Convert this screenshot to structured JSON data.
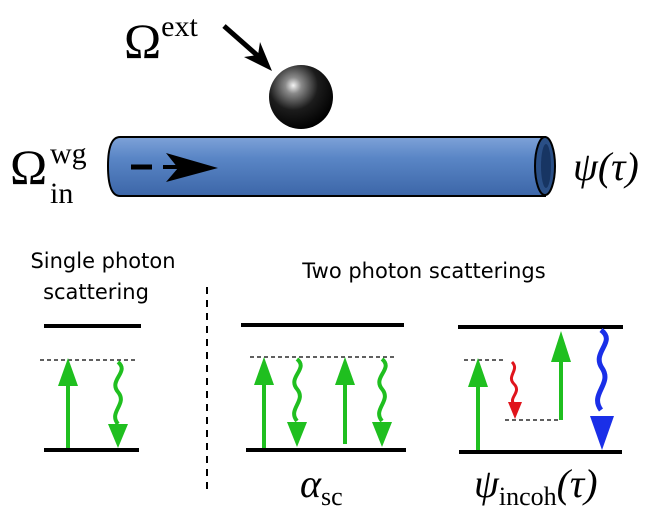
{
  "top": {
    "omega_symbol": "Ω",
    "omega_ext_sup": "ext",
    "omega_in_sup": "wg",
    "omega_in_sub": "in",
    "psi_tau": "ψ(τ)"
  },
  "bottom": {
    "single_label_line1": "Single photon",
    "single_label_line2": "scattering",
    "two_label": "Two photon scatterings",
    "alpha_symbol": "α",
    "alpha_sub": "sc",
    "psi_symbol": "ψ",
    "psi_sub": "incoh",
    "psi_arg": "(τ)"
  },
  "colors": {
    "waveguide_fill": "#5a86c6",
    "waveguide_end": "#2a4f86",
    "green": "#1fbf1f",
    "red": "#e0141c",
    "blue": "#1a2fe8",
    "ink": "#000000"
  },
  "icons": {
    "atom": "black-sphere",
    "arrows": "straight-and-wavy-arrows"
  }
}
